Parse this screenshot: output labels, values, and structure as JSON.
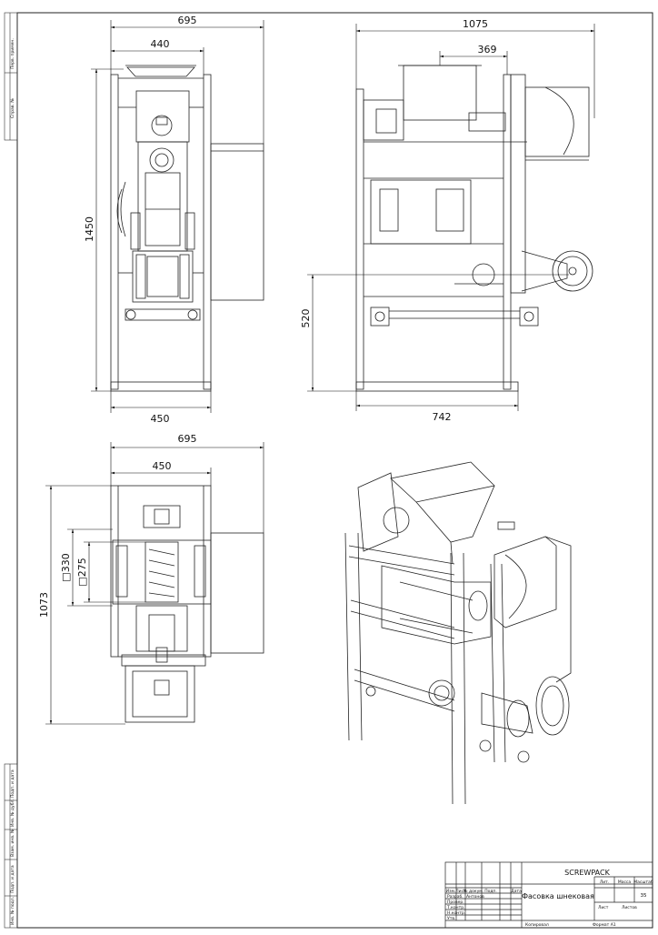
{
  "drawing": {
    "company": "SCREWPACK",
    "title": "Фасовка шнековая",
    "mass": "35",
    "format": "Формат A1"
  },
  "dimensions": {
    "front_width_overall": "695",
    "front_width_top": "440",
    "front_height": "1450",
    "front_width_bottom": "450",
    "side_width_overall": "1075",
    "side_hopper_width": "369",
    "side_height_axis": "520",
    "side_width_bottom": "742",
    "plan_width_overall": "695",
    "plan_width_inner": "450",
    "plan_depth": "1073",
    "plan_outer_square": "□330",
    "plan_inner_square": "□275"
  },
  "title_block": {
    "col_izm": "Изм.",
    "col_list": "Лист",
    "col_ndoc": "№ докум.",
    "col_podp": "Подп.",
    "col_data": "Дата",
    "row_razrab": "Разраб.",
    "razrab_name": "Антонов",
    "row_prov": "Провер.",
    "row_tkontr": "Т.контр.",
    "row_nkontr": "Н.контр.",
    "row_utv": "Утв.",
    "col_lit": "Лит.",
    "col_massa": "Масса",
    "col_masshtab": "Масштаб",
    "col_sheet": "Лист",
    "col_sheets": "Листов",
    "copied": "Копировал"
  },
  "side_stamps": {
    "perv_primen": "Перв. примен.",
    "sprav_no": "Справ. №",
    "podp_data_1": "Подп. и дата",
    "inv_dubl": "Инв. № дубл.",
    "vzam_inv": "Взам. инв. №",
    "podp_data_2": "Подп. и дата",
    "inv_podl": "Инв. № подл."
  }
}
